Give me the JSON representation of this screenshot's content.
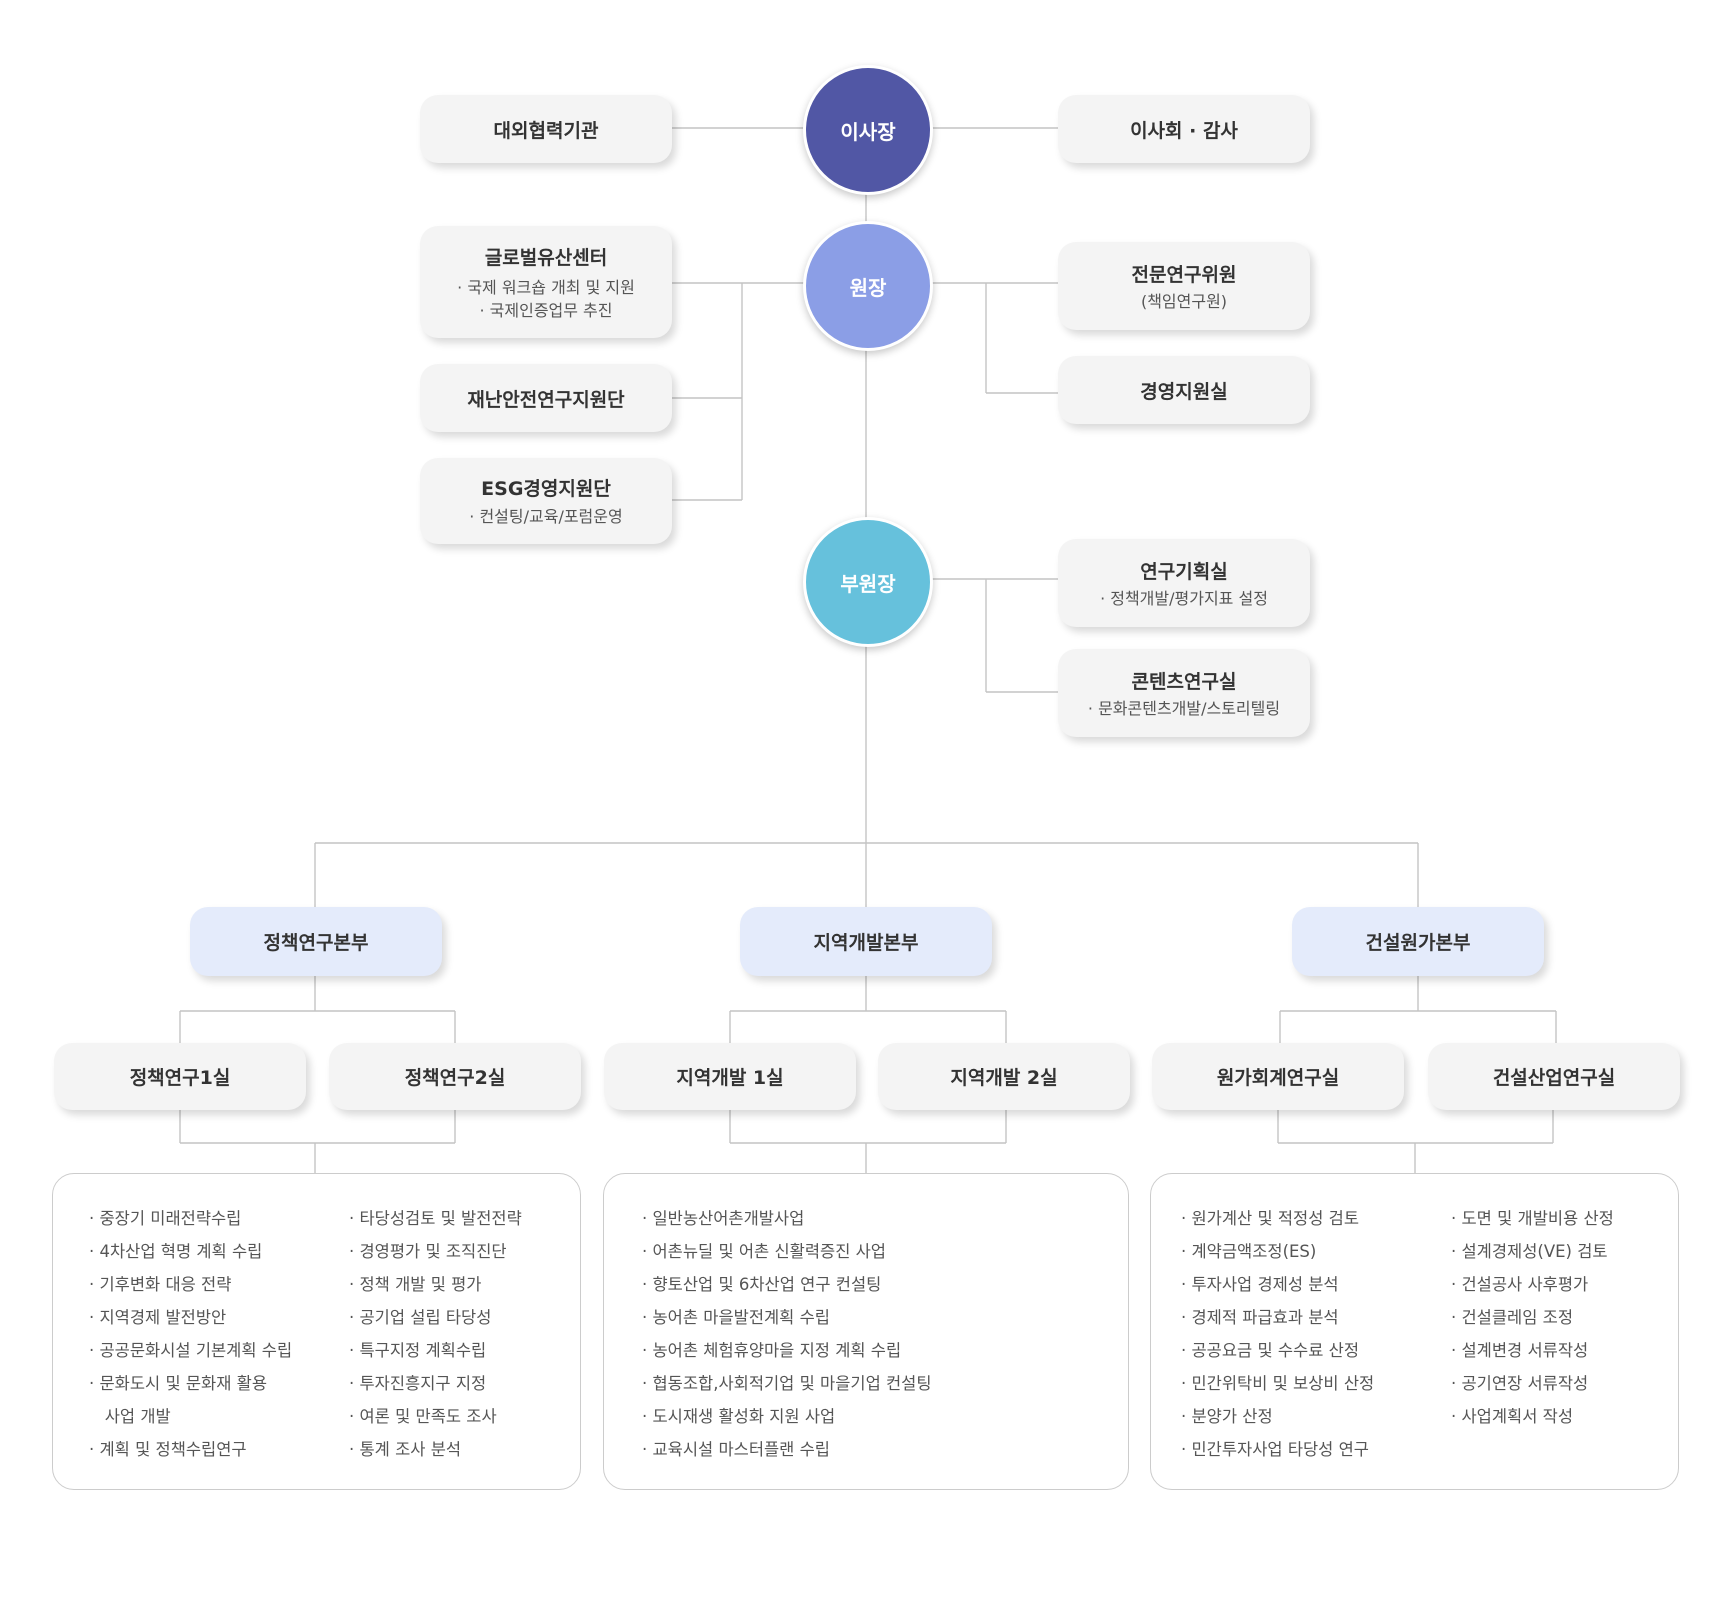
{
  "top": {
    "chairman": "이사장",
    "external": "대외협력기관",
    "board": "이사회 · 감사"
  },
  "director": {
    "label": "원장",
    "left": [
      {
        "title": "글로벌유산센터",
        "subs": [
          "· 국제 워크숍 개최 및 지원",
          "· 국제인증업무 추진"
        ]
      },
      {
        "title": "재난안전연구지원단",
        "subs": []
      },
      {
        "title": "ESG경영지원단",
        "subs": [
          "· 컨설팅/교육/포럼운영"
        ]
      }
    ],
    "right": [
      {
        "title": "전문연구위원",
        "subs": [
          "(책임연구원)"
        ]
      },
      {
        "title": "경영지원실",
        "subs": []
      }
    ]
  },
  "vice": {
    "label": "부원장",
    "right": [
      {
        "title": "연구기획실",
        "subs": [
          "· 정책개발/평가지표 설정"
        ]
      },
      {
        "title": "콘텐츠연구실",
        "subs": [
          "· 문화콘텐츠개발/스토리텔링"
        ]
      }
    ]
  },
  "divisions": [
    {
      "name": "정책연구본부",
      "rooms": [
        "정책연구1실",
        "정책연구2실"
      ],
      "tasks_left": [
        "· 중장기 미래전략수립",
        "· 4차산업 혁명 계획 수립",
        "· 기후변화 대응 전략",
        "· 지역경제 발전방안",
        "· 공공문화시설 기본계획 수립",
        "· 문화도시 및 문화재 활용",
        "   사업 개발",
        "· 계획 및 정책수립연구"
      ],
      "tasks_right": [
        "· 타당성검토 및 발전전략",
        "· 경영평가 및 조직진단",
        "· 정책 개발 및 평가",
        "· 공기업 설립 타당성",
        "· 특구지정 계획수립",
        "· 투자진흥지구 지정",
        "· 여론 및 만족도 조사",
        "· 통계 조사 분석"
      ]
    },
    {
      "name": "지역개발본부",
      "rooms": [
        "지역개발 1실",
        "지역개발 2실"
      ],
      "tasks_left": [
        "· 일반농산어촌개발사업",
        "· 어촌뉴딜 및 어촌 신활력증진 사업",
        "· 향토산업 및 6차산업 연구 컨설팅",
        "· 농어촌 마을발전계획 수립",
        "· 농어촌 체험휴양마을 지정 계획 수립",
        "· 협동조합,사회적기업 및 마을기업 컨설팅",
        "· 도시재생 활성화 지원 사업",
        "· 교육시설 마스터플랜 수립"
      ],
      "tasks_right": []
    },
    {
      "name": "건설원가본부",
      "rooms": [
        "원가회계연구실",
        "건설산업연구실"
      ],
      "tasks_left": [
        "· 원가계산 및 적정성 검토",
        "· 계약금액조정(ES)",
        "· 투자사업 경제성 분석",
        "· 경제적 파급효과 분석",
        "· 공공요금 및 수수료 산정",
        "· 민간위탁비 및 보상비 산정",
        "· 분양가 산정",
        "· 민간투자사업 타당성 연구"
      ],
      "tasks_right": [
        "· 도면 및 개발비용 산정",
        "· 설계경제성(VE) 검토",
        "· 건설공사 사후평가",
        "· 건설클레임 조정",
        "· 설계변경 서류작성",
        "· 공기연장 서류작성",
        "· 사업계획서 작성"
      ]
    }
  ],
  "colors": {
    "chairman": "#5157a5",
    "director": "#8b9ee6",
    "vice": "#66c1dc",
    "division_box": "#e4ebfb",
    "box": "#f4f4f4",
    "line": "#c4c4c4"
  }
}
